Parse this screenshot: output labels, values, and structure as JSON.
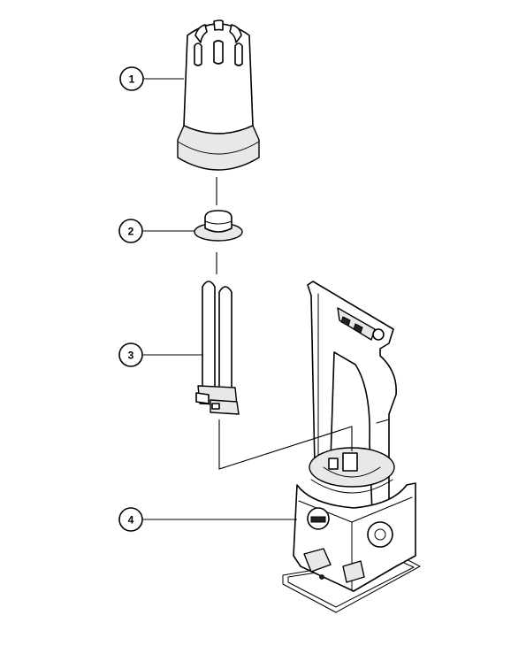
{
  "callouts": [
    {
      "label": "1",
      "part": "cone-diffuser"
    },
    {
      "label": "2",
      "part": "cap-adapter"
    },
    {
      "label": "3",
      "part": "twin-tube-lamp"
    },
    {
      "label": "4",
      "part": "lantern-base-housing"
    }
  ],
  "colors": {
    "line": "#000000",
    "background": "#ffffff",
    "shade": "#e8e8e8"
  }
}
